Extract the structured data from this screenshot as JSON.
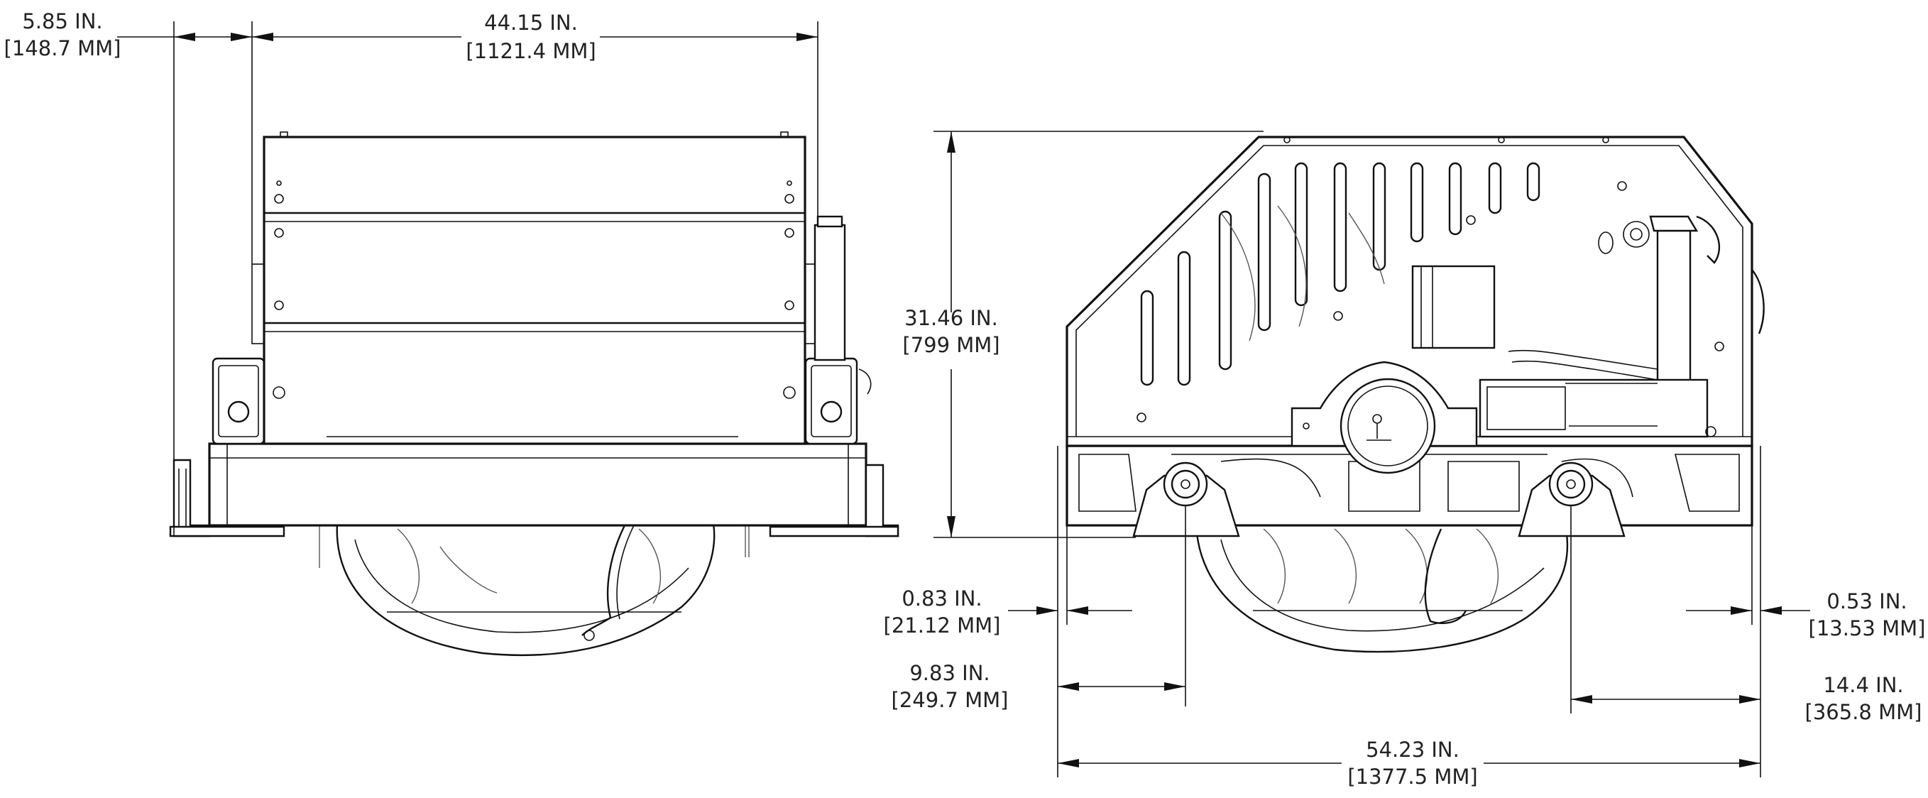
{
  "dimensions": {
    "d1": {
      "inches": "5.85 IN.",
      "mm": "[148.7 MM]"
    },
    "d2": {
      "inches": "44.15 IN.",
      "mm": "[1121.4 MM]"
    },
    "d3": {
      "inches": "31.46 IN.",
      "mm": "[799 MM]"
    },
    "d4": {
      "inches": "0.83 IN.",
      "mm": "[21.12 MM]"
    },
    "d5": {
      "inches": "9.83 IN.",
      "mm": "[249.7 MM]"
    },
    "d6": {
      "inches": "54.23 IN.",
      "mm": "[1377.5 MM]"
    },
    "d7": {
      "inches": "0.53 IN.",
      "mm": "[13.53 MM]"
    },
    "d8": {
      "inches": "14.4 IN.",
      "mm": "[365.8 MM]"
    }
  },
  "colors": {
    "line": "#111111",
    "text": "#222222",
    "background": "#ffffff"
  }
}
